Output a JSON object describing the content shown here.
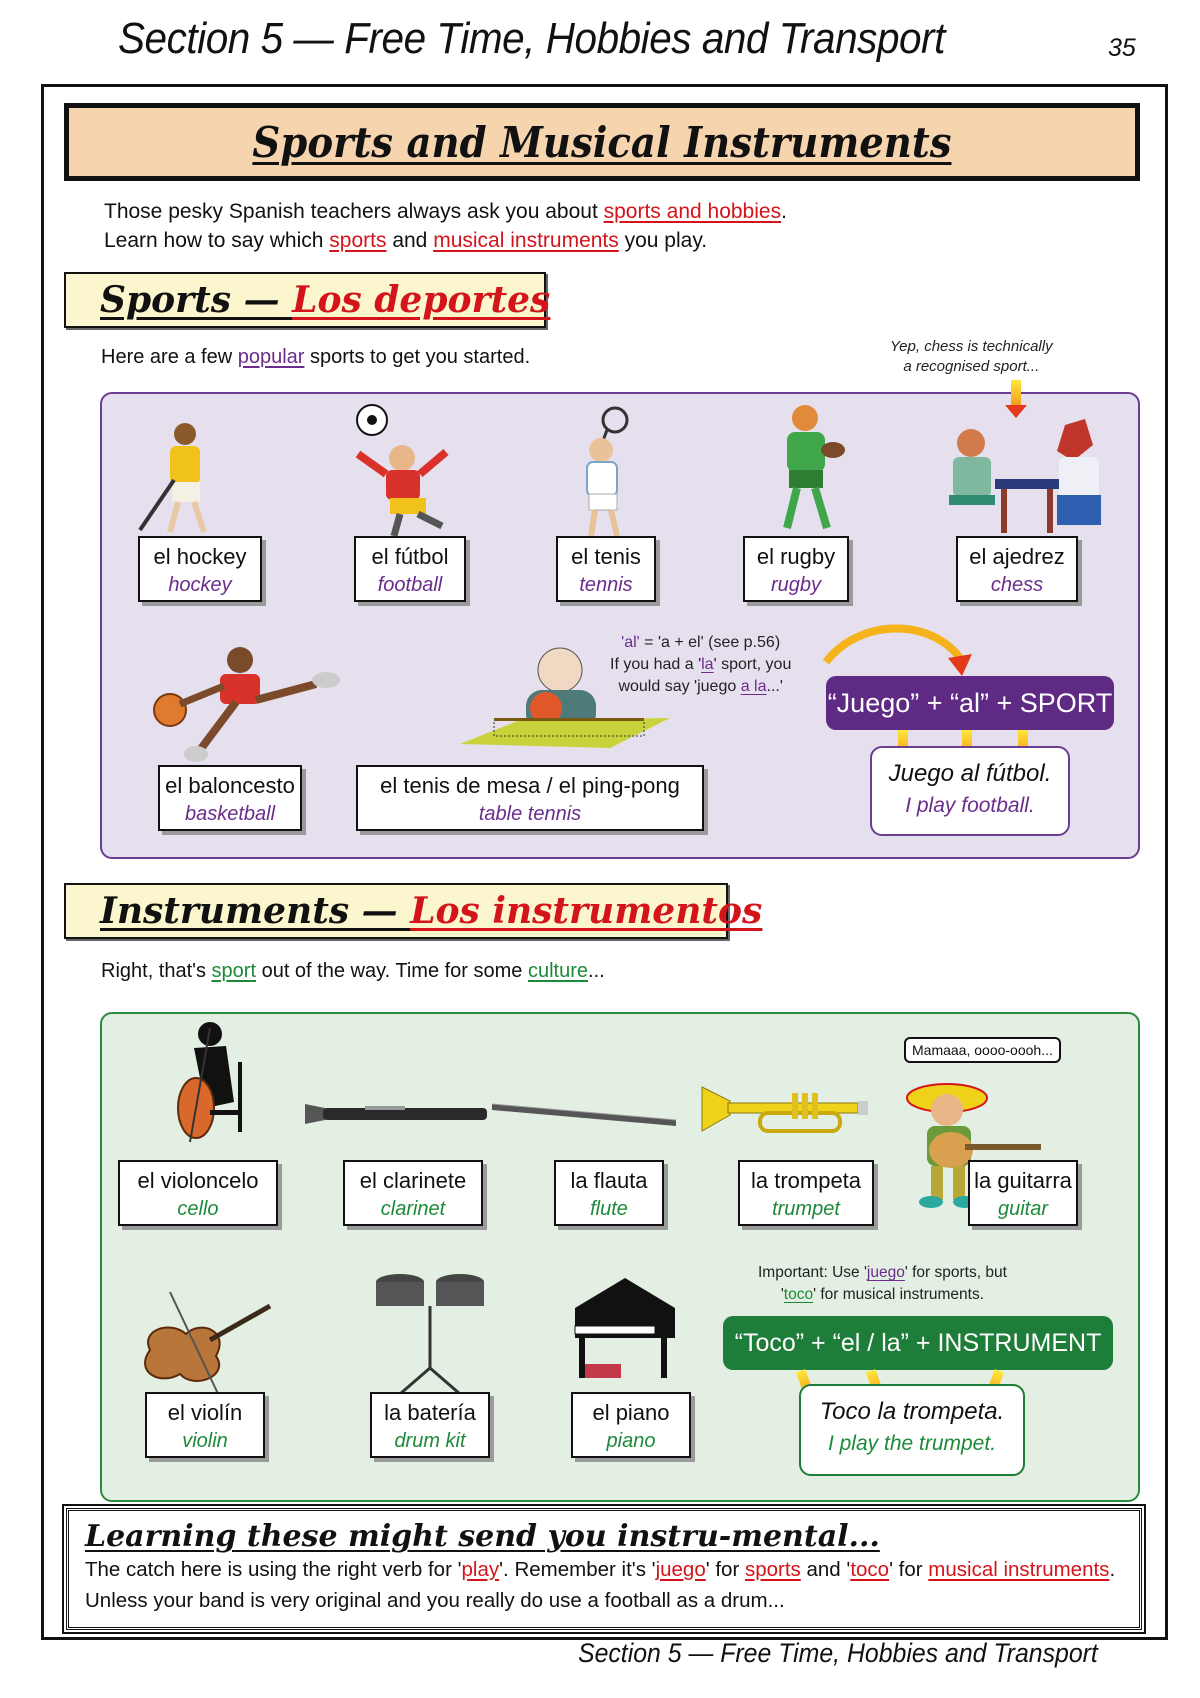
{
  "header": {
    "running_title": "Section 5 — Free Time, Hobbies and Transport",
    "page_number": "35"
  },
  "title": "Sports and Musical Instruments",
  "intro": {
    "line1_pre": "Those pesky Spanish teachers always ask you about ",
    "line1_link": "sports and hobbies",
    "line1_post": ".",
    "line2_pre": "Learn how to say which ",
    "line2_link1": "sports",
    "line2_mid": " and ",
    "line2_link2": "musical instruments",
    "line2_post": " you play."
  },
  "sports": {
    "heading_en": "Sports — ",
    "heading_es": "Los deportes",
    "lead_pre": "Here are a few ",
    "lead_link": "popular",
    "lead_post": " sports to get you started.",
    "chess_note_line1": "Yep, chess is technically",
    "chess_note_line2": "a recognised sport...",
    "items": [
      {
        "es": "el hockey",
        "en": "hockey",
        "icon": "hockey-player-icon"
      },
      {
        "es": "el fútbol",
        "en": "football",
        "icon": "football-player-icon"
      },
      {
        "es": "el tenis",
        "en": "tennis",
        "icon": "tennis-player-icon"
      },
      {
        "es": "el rugby",
        "en": "rugby",
        "icon": "rugby-player-icon"
      },
      {
        "es": "el ajedrez",
        "en": "chess",
        "icon": "chess-players-icon"
      },
      {
        "es": "el baloncesto",
        "en": "basketball",
        "icon": "basketball-player-icon"
      },
      {
        "es": "el tenis de mesa / el ping-pong",
        "en": "table tennis",
        "icon": "table-tennis-player-icon"
      }
    ],
    "al_note": {
      "line1_a": "'al'",
      "line1_b": " = 'a + el' (see p.56)",
      "line2_pre": "If you had a '",
      "line2_link": "la",
      "line2_post": "' sport, you",
      "line3_pre": "would say 'juego ",
      "line3_link": "a la",
      "line3_post": "...'"
    },
    "formula": "“Juego” + “al” + SPORT",
    "example_es": "Juego al fútbol.",
    "example_en": "I play football."
  },
  "instruments": {
    "heading_en": "Instruments — ",
    "heading_es": "Los instrumentos",
    "lead_pre": "Right, that's ",
    "lead_link1": "sport",
    "lead_mid": " out of the way.  Time for some ",
    "lead_link2": "culture",
    "lead_post": "...",
    "speech": "Mamaaa, oooo-oooh...",
    "items": [
      {
        "es": "el violoncelo",
        "en": "cello",
        "icon": "cello-player-icon"
      },
      {
        "es": "el clarinete",
        "en": "clarinet",
        "icon": "clarinet-icon"
      },
      {
        "es": "la flauta",
        "en": "flute",
        "icon": "flute-icon"
      },
      {
        "es": "la trompeta",
        "en": "trumpet",
        "icon": "trumpet-icon"
      },
      {
        "es": "la guitarra",
        "en": "guitar",
        "icon": "guitar-player-icon"
      },
      {
        "es": "el violín",
        "en": "violin",
        "icon": "violin-icon"
      },
      {
        "es": "la batería",
        "en": "drum kit",
        "icon": "drum-kit-icon"
      },
      {
        "es": "el piano",
        "en": "piano",
        "icon": "piano-icon"
      }
    ],
    "important_line1_pre": "Important: Use '",
    "important_line1_link": "juego",
    "important_line1_post": "' for sports, but",
    "important_line2_pre": "'",
    "important_line2_link": "toco",
    "important_line2_post": "' for musical instruments.",
    "formula": "“Toco” + “el / la” + INSTRUMENT",
    "example_es": "Toco la trompeta.",
    "example_en": "I play the trumpet."
  },
  "summary": {
    "title": "Learning these might send you instru-mental...",
    "p1": "The catch here is using the right verb for '",
    "l_play": "play",
    "p2": "'.  Remember it's '",
    "l_juego": "juego",
    "p3": "' for ",
    "l_sports": "sports",
    "p4": " and '",
    "l_toco": "toco",
    "p5": "' for ",
    "l_musical": "musical instruments",
    "p6": ".  Unless your band is very original and you really do use a football as a drum..."
  },
  "footer": {
    "running_title": "Section 5 — Free Time, Hobbies and Transport"
  },
  "colors": {
    "title_banner": "#f5d4ae",
    "section_head": "#fbf6cd",
    "sports_panel": "#e6e0ee",
    "sports_accent": "#5e2a84",
    "instruments_panel": "#e3efe2",
    "instruments_accent": "#1f7d3a",
    "link_red": "#d4141b"
  }
}
